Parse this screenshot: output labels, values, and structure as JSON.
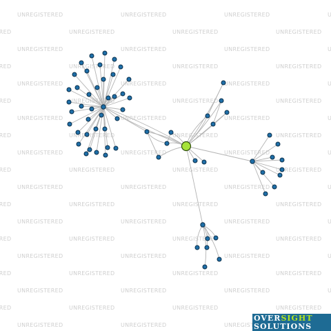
{
  "watermark": {
    "text": "UNREGISTERED",
    "color": "#cfcfcf"
  },
  "logo": {
    "part1": "OVER",
    "part2": "SIGHT",
    "line2": "SOLUTIONS",
    "bg_color": "#1e6b94",
    "accent_color": "#b5e61d"
  },
  "graph": {
    "node_color": "#1f6fa8",
    "center_node_color": "#a6e33a",
    "edge_color": "#b3b3b3"
  }
}
